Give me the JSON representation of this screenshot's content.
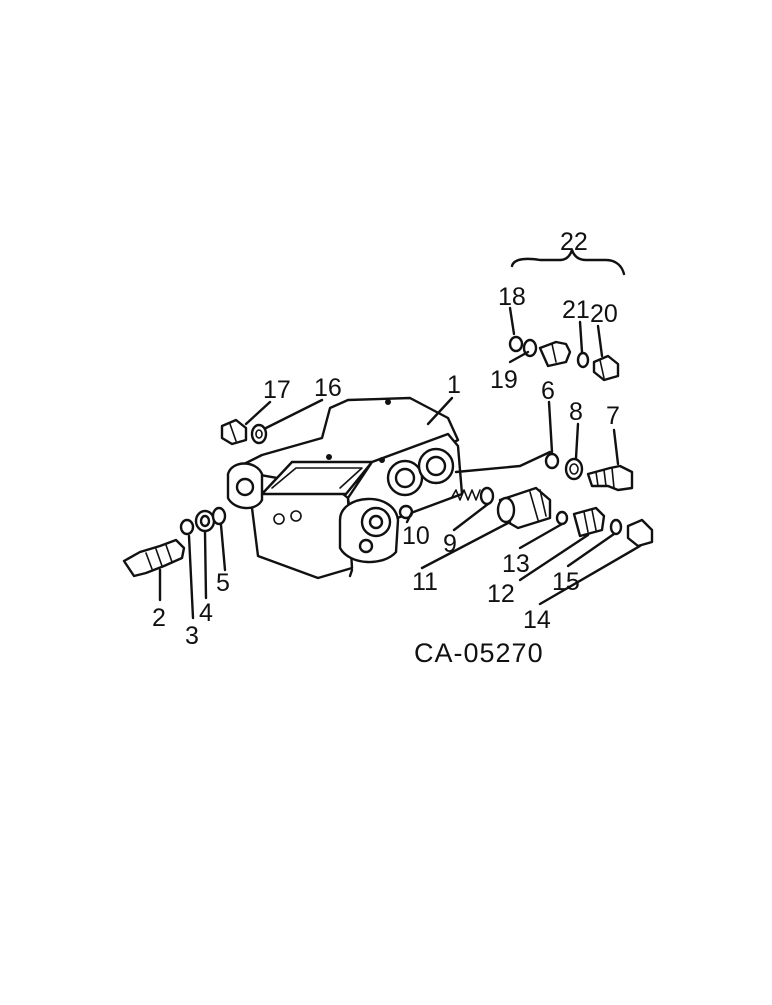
{
  "diagram": {
    "drawing_code": "CA-05270",
    "callouts": [
      {
        "id": "c1",
        "text": "1"
      },
      {
        "id": "c2",
        "text": "2"
      },
      {
        "id": "c3",
        "text": "3"
      },
      {
        "id": "c4",
        "text": "4"
      },
      {
        "id": "c5",
        "text": "5"
      },
      {
        "id": "c6",
        "text": "6"
      },
      {
        "id": "c7",
        "text": "7"
      },
      {
        "id": "c8",
        "text": "8"
      },
      {
        "id": "c9",
        "text": "9"
      },
      {
        "id": "c10",
        "text": "10"
      },
      {
        "id": "c11",
        "text": "11"
      },
      {
        "id": "c12",
        "text": "12"
      },
      {
        "id": "c13",
        "text": "13"
      },
      {
        "id": "c14",
        "text": "14"
      },
      {
        "id": "c15",
        "text": "15"
      },
      {
        "id": "c16",
        "text": "16"
      },
      {
        "id": "c17",
        "text": "17"
      },
      {
        "id": "c18",
        "text": "18"
      },
      {
        "id": "c19",
        "text": "19"
      },
      {
        "id": "c20",
        "text": "20"
      },
      {
        "id": "c21",
        "text": "21"
      },
      {
        "id": "c22",
        "text": "22"
      }
    ]
  }
}
